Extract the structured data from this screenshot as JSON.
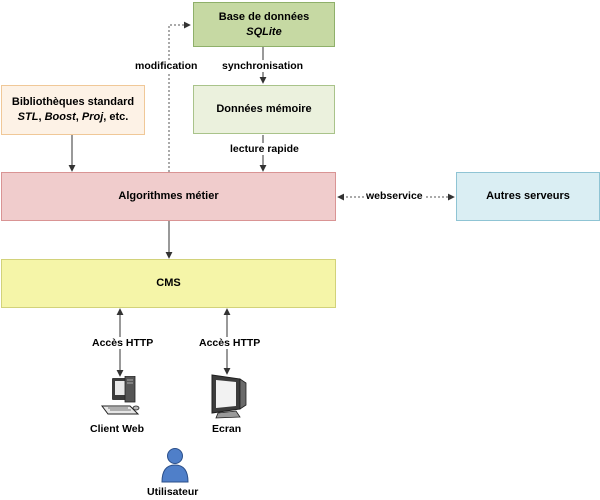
{
  "nodes": {
    "database": {
      "title": "Base de données",
      "subtitle": "SQLite"
    },
    "memory": {
      "title": "Données mémoire"
    },
    "stdlib": {
      "title": "Bibliothèques standard",
      "lib1": "STL",
      "sep1": ", ",
      "lib2": "Boost",
      "sep2": ", ",
      "lib3": "Proj",
      "suffix": ", etc."
    },
    "algorithms": {
      "title": "Algorithmes métier"
    },
    "other_servers": {
      "title": "Autres serveurs"
    },
    "cms": {
      "title": "CMS"
    }
  },
  "edges": {
    "modification": "modification",
    "synchronisation": "synchronisation",
    "fast_read": "lecture rapide",
    "webservice": "webservice",
    "http_client": "Accès HTTP",
    "http_screen": "Accès HTTP"
  },
  "endpoints": {
    "web_client": "Client Web",
    "screen": "Ecran",
    "user": "Utilisateur"
  },
  "icons": {
    "web_client": "desktop-computer-icon",
    "screen": "monitor-icon",
    "user": "user-icon"
  }
}
